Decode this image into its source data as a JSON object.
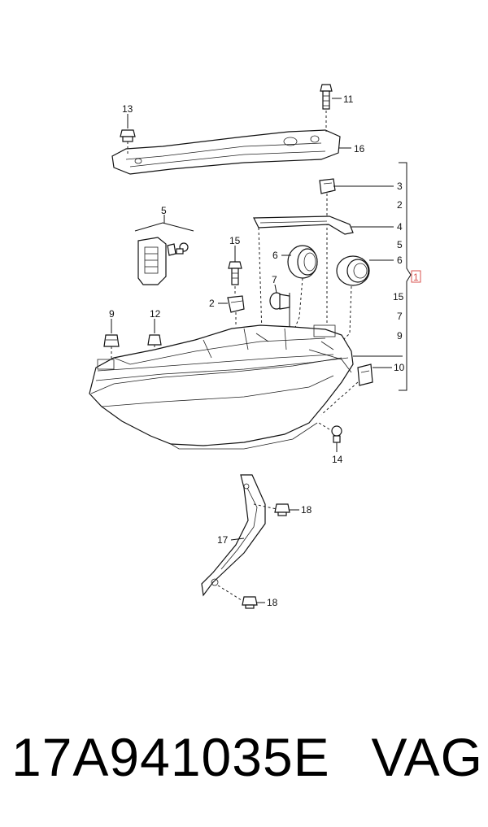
{
  "callouts": {
    "c1": "1",
    "c2a": "2",
    "c2b": "2",
    "c3": "3",
    "c4": "4",
    "c5a": "5",
    "c5b": "5",
    "c6a": "6",
    "c6b": "6",
    "c7a": "7",
    "c7b": "7",
    "c9a": "9",
    "c9b": "9",
    "c10": "10",
    "c11": "11",
    "c12": "12",
    "c13": "13",
    "c14": "14",
    "c15a": "15",
    "c15b": "15",
    "c16": "16",
    "c17": "17",
    "c18a": "18",
    "c18b": "18"
  },
  "footer": {
    "part_number": "17A941035E",
    "brand": "VAG"
  },
  "colors": {
    "line": "#111111",
    "callout_box": "#d9534f"
  }
}
